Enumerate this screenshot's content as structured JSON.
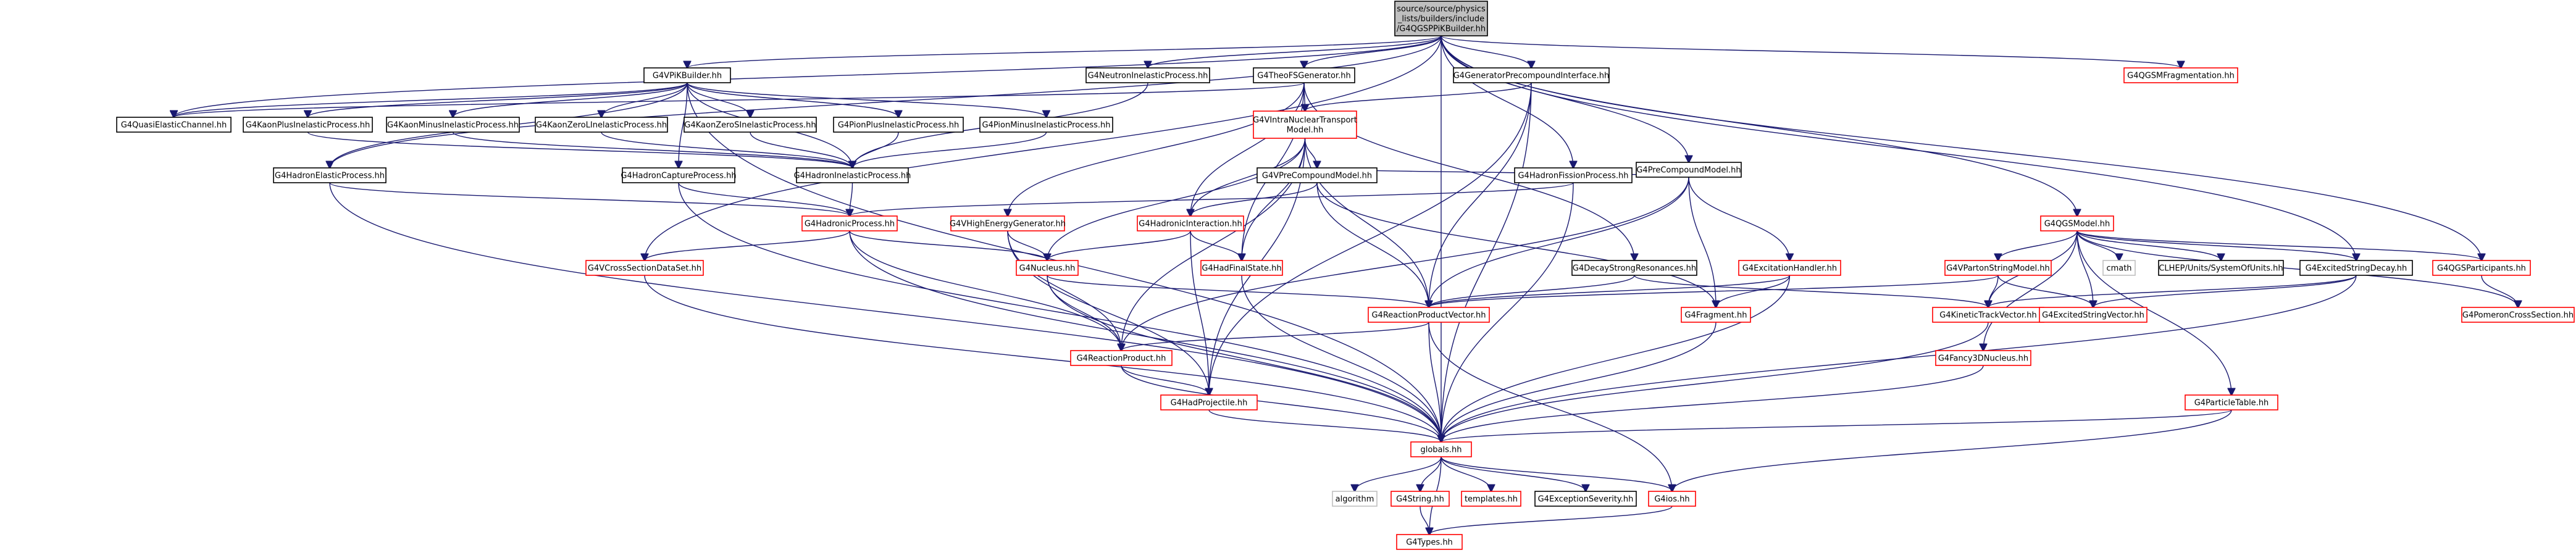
{
  "colors": {
    "edge": "#191970",
    "box_root_fill": "#bfbfbf",
    "box_default_border": "#000000",
    "box_linked_border": "#ff0000",
    "box_plain_border": "#bfbfbf"
  },
  "nodes": {
    "root": {
      "lines": [
        "source/source/physics",
        "_lists/builders/include",
        "/G4QGSPPiKBuilder.hh"
      ],
      "style": "root"
    },
    "g4vpikbuilder": {
      "lines": [
        "G4VPiKBuilder.hh"
      ],
      "style": "black"
    },
    "g4neutroninelastic": {
      "lines": [
        "G4NeutronInelasticProcess.hh"
      ],
      "style": "black"
    },
    "g4theofs": {
      "lines": [
        "G4TheoFSGenerator.hh"
      ],
      "style": "black"
    },
    "g4genprecompound": {
      "lines": [
        "G4GeneratorPrecompoundInterface.hh"
      ],
      "style": "black"
    },
    "g4qgsmfrag": {
      "lines": [
        "G4QGSMFragmentation.hh"
      ],
      "style": "red"
    },
    "g4quasielastic": {
      "lines": [
        "G4QuasiElasticChannel.hh"
      ],
      "style": "black"
    },
    "g4kaonplus": {
      "lines": [
        "G4KaonPlusInelasticProcess.hh"
      ],
      "style": "black"
    },
    "g4kaonminus": {
      "lines": [
        "G4KaonMinusInelasticProcess.hh"
      ],
      "style": "black"
    },
    "g4kaonzerol": {
      "lines": [
        "G4KaonZeroLInelasticProcess.hh"
      ],
      "style": "black"
    },
    "g4kaonzeros": {
      "lines": [
        "G4KaonZeroSInelasticProcess.hh"
      ],
      "style": "black"
    },
    "g4pionplus": {
      "lines": [
        "G4PionPlusInelasticProcess.hh"
      ],
      "style": "black"
    },
    "g4pionminus": {
      "lines": [
        "G4PionMinusInelasticProcess.hh"
      ],
      "style": "black"
    },
    "g4vintranuclear": {
      "lines": [
        "G4VIntraNuclearTransport",
        "Model.hh"
      ],
      "style": "red"
    },
    "g4precompound": {
      "lines": [
        "G4PreCompoundModel.hh"
      ],
      "style": "black"
    },
    "g4hadronelastic": {
      "lines": [
        "G4HadronElasticProcess.hh"
      ],
      "style": "black"
    },
    "g4hadroncapture": {
      "lines": [
        "G4HadronCaptureProcess.hh"
      ],
      "style": "black"
    },
    "g4hadroninelastic": {
      "lines": [
        "G4HadronInelasticProcess.hh"
      ],
      "style": "black"
    },
    "g4vprecompound": {
      "lines": [
        "G4VPreCompoundModel.hh"
      ],
      "style": "black"
    },
    "g4hadronfission": {
      "lines": [
        "G4HadronFissionProcess.hh"
      ],
      "style": "black"
    },
    "g4hadronicprocess": {
      "lines": [
        "G4HadronicProcess.hh"
      ],
      "style": "red"
    },
    "g4vhighenergy": {
      "lines": [
        "G4VHighEnergyGenerator.hh"
      ],
      "style": "red"
    },
    "g4hadronicinteraction": {
      "lines": [
        "G4HadronicInteraction.hh"
      ],
      "style": "red"
    },
    "g4qgsmodel": {
      "lines": [
        "G4QGSModel.hh"
      ],
      "style": "red"
    },
    "g4vcrosssection": {
      "lines": [
        "G4VCrossSectionDataSet.hh"
      ],
      "style": "red"
    },
    "g4nucleus": {
      "lines": [
        "G4Nucleus.hh"
      ],
      "style": "red"
    },
    "g4hadfinalstate": {
      "lines": [
        "G4HadFinalState.hh"
      ],
      "style": "red"
    },
    "g4decaystrong": {
      "lines": [
        "G4DecayStrongResonances.hh"
      ],
      "style": "black"
    },
    "g4excitation": {
      "lines": [
        "G4ExcitationHandler.hh"
      ],
      "style": "red"
    },
    "g4vpartonstring": {
      "lines": [
        "G4VPartonStringModel.hh"
      ],
      "style": "red"
    },
    "cmath": {
      "lines": [
        "cmath"
      ],
      "style": "plain"
    },
    "clhep": {
      "lines": [
        "CLHEP/Units/SystemOfUnits.hh"
      ],
      "style": "black"
    },
    "g4excitedstringdecay": {
      "lines": [
        "G4ExcitedStringDecay.hh"
      ],
      "style": "black"
    },
    "g4qgsparticipants": {
      "lines": [
        "G4QGSParticipants.hh"
      ],
      "style": "red"
    },
    "g4reactionproductvector": {
      "lines": [
        "G4ReactionProductVector.hh"
      ],
      "style": "red"
    },
    "g4fragment": {
      "lines": [
        "G4Fragment.hh"
      ],
      "style": "red"
    },
    "g4kinetictrack": {
      "lines": [
        "G4KineticTrackVector.hh"
      ],
      "style": "red"
    },
    "g4excitedstring": {
      "lines": [
        "G4ExcitedStringVector.hh"
      ],
      "style": "red"
    },
    "g4pomeron": {
      "lines": [
        "G4PomeronCrossSection.hh"
      ],
      "style": "red"
    },
    "g4reactionproduct": {
      "lines": [
        "G4ReactionProduct.hh"
      ],
      "style": "red"
    },
    "g4fancy3d": {
      "lines": [
        "G4Fancy3DNucleus.hh"
      ],
      "style": "red"
    },
    "g4hadprojectile": {
      "lines": [
        "G4HadProjectile.hh"
      ],
      "style": "red"
    },
    "g4particletable": {
      "lines": [
        "G4ParticleTable.hh"
      ],
      "style": "red"
    },
    "globals": {
      "lines": [
        "globals.hh"
      ],
      "style": "red"
    },
    "algorithm": {
      "lines": [
        "algorithm"
      ],
      "style": "plain"
    },
    "g4string": {
      "lines": [
        "G4String.hh"
      ],
      "style": "red"
    },
    "templates": {
      "lines": [
        "templates.hh"
      ],
      "style": "red"
    },
    "g4exceptionseverity": {
      "lines": [
        "G4ExceptionSeverity.hh"
      ],
      "style": "black"
    },
    "g4ios": {
      "lines": [
        "G4ios.hh"
      ],
      "style": "red"
    },
    "g4types": {
      "lines": [
        "G4Types.hh"
      ],
      "style": "red"
    }
  },
  "edges": [
    [
      "root",
      "g4vpikbuilder"
    ],
    [
      "root",
      "g4neutroninelastic"
    ],
    [
      "root",
      "g4theofs"
    ],
    [
      "root",
      "g4genprecompound"
    ],
    [
      "root",
      "g4qgsmfrag"
    ],
    [
      "root",
      "g4quasielastic"
    ],
    [
      "root",
      "g4hadronelastic"
    ],
    [
      "root",
      "g4vcrosssection"
    ],
    [
      "root",
      "g4precompound"
    ],
    [
      "root",
      "g4hadronfission"
    ],
    [
      "root",
      "g4qgsmodel"
    ],
    [
      "root",
      "g4excitedstringdecay"
    ],
    [
      "root",
      "g4qgsparticipants"
    ],
    [
      "root",
      "globals"
    ],
    [
      "g4vpikbuilder",
      "g4quasielastic"
    ],
    [
      "g4vpikbuilder",
      "g4kaonplus"
    ],
    [
      "g4vpikbuilder",
      "g4kaonminus"
    ],
    [
      "g4vpikbuilder",
      "g4kaonzerol"
    ],
    [
      "g4vpikbuilder",
      "g4kaonzeros"
    ],
    [
      "g4vpikbuilder",
      "g4pionplus"
    ],
    [
      "g4vpikbuilder",
      "g4pionminus"
    ],
    [
      "g4vpikbuilder",
      "g4hadronelastic"
    ],
    [
      "g4vpikbuilder",
      "g4hadroncapture"
    ],
    [
      "g4vpikbuilder",
      "g4hadroninelastic"
    ],
    [
      "g4vpikbuilder",
      "globals"
    ],
    [
      "g4neutroninelastic",
      "g4hadroninelastic"
    ],
    [
      "g4theofs",
      "g4vintranuclear"
    ],
    [
      "g4theofs",
      "g4vhighenergy"
    ],
    [
      "g4theofs",
      "g4hadronicinteraction"
    ],
    [
      "g4theofs",
      "g4decaystrong"
    ],
    [
      "g4theofs",
      "g4hadfinalstate"
    ],
    [
      "g4theofs",
      "g4quasielastic"
    ],
    [
      "g4genprecompound",
      "g4vintranuclear"
    ],
    [
      "g4genprecompound",
      "g4reactionproductvector"
    ],
    [
      "g4genprecompound",
      "g4hadprojectile"
    ],
    [
      "g4genprecompound",
      "globals"
    ],
    [
      "g4kaonplus",
      "g4hadroninelastic"
    ],
    [
      "g4kaonminus",
      "g4hadroninelastic"
    ],
    [
      "g4kaonzerol",
      "g4hadroninelastic"
    ],
    [
      "g4kaonzeros",
      "g4hadroninelastic"
    ],
    [
      "g4pionplus",
      "g4hadroninelastic"
    ],
    [
      "g4pionminus",
      "g4hadroninelastic"
    ],
    [
      "g4vintranuclear",
      "g4vprecompound"
    ],
    [
      "g4vintranuclear",
      "g4hadronicinteraction"
    ],
    [
      "g4vintranuclear",
      "g4nucleus"
    ],
    [
      "g4vintranuclear",
      "g4reactionproductvector"
    ],
    [
      "g4vintranuclear",
      "g4hadfinalstate"
    ],
    [
      "g4vintranuclear",
      "g4reactionproduct"
    ],
    [
      "g4vintranuclear",
      "g4hadprojectile"
    ],
    [
      "g4precompound",
      "g4vprecompound"
    ],
    [
      "g4precompound",
      "g4excitation"
    ],
    [
      "g4precompound",
      "g4fragment"
    ],
    [
      "g4precompound",
      "g4reactionproductvector"
    ],
    [
      "g4precompound",
      "g4reactionproduct"
    ],
    [
      "g4hadronelastic",
      "g4hadronicprocess"
    ],
    [
      "g4hadronelastic",
      "globals"
    ],
    [
      "g4hadroncapture",
      "g4hadronicprocess"
    ],
    [
      "g4hadroncapture",
      "globals"
    ],
    [
      "g4hadroninelastic",
      "g4hadronicprocess"
    ],
    [
      "g4vprecompound",
      "g4hadronicinteraction"
    ],
    [
      "g4vprecompound",
      "g4reactionproductvector"
    ],
    [
      "g4vprecompound",
      "g4fragment"
    ],
    [
      "g4hadronfission",
      "g4hadronicprocess"
    ],
    [
      "g4hadronfission",
      "globals"
    ],
    [
      "g4hadronicprocess",
      "g4vcrosssection"
    ],
    [
      "g4hadronicprocess",
      "g4nucleus"
    ],
    [
      "g4hadronicprocess",
      "g4reactionproduct"
    ],
    [
      "g4hadronicprocess",
      "globals"
    ],
    [
      "g4vhighenergy",
      "g4nucleus"
    ],
    [
      "g4vhighenergy",
      "g4reactionproduct"
    ],
    [
      "g4vhighenergy",
      "g4hadprojectile"
    ],
    [
      "g4hadronicinteraction",
      "g4nucleus"
    ],
    [
      "g4hadronicinteraction",
      "g4hadfinalstate"
    ],
    [
      "g4hadronicinteraction",
      "g4hadprojectile"
    ],
    [
      "g4qgsmodel",
      "g4vpartonstring"
    ],
    [
      "g4qgsmodel",
      "cmath"
    ],
    [
      "g4qgsmodel",
      "clhep"
    ],
    [
      "g4qgsmodel",
      "g4excitedstringdecay"
    ],
    [
      "g4qgsmodel",
      "g4qgsparticipants"
    ],
    [
      "g4qgsmodel",
      "g4kinetictrack"
    ],
    [
      "g4qgsmodel",
      "g4excitedstring"
    ],
    [
      "g4qgsmodel",
      "g4fancy3d"
    ],
    [
      "g4qgsmodel",
      "g4particletable"
    ],
    [
      "g4qgsmodel",
      "g4pomeron"
    ],
    [
      "g4vcrosssection",
      "globals"
    ],
    [
      "g4nucleus",
      "g4reactionproductvector"
    ],
    [
      "g4nucleus",
      "g4reactionproduct"
    ],
    [
      "g4nucleus",
      "globals"
    ],
    [
      "g4hadfinalstate",
      "globals"
    ],
    [
      "g4decaystrong",
      "g4reactionproductvector"
    ],
    [
      "g4decaystrong",
      "g4kinetictrack"
    ],
    [
      "g4excitation",
      "g4reactionproductvector"
    ],
    [
      "g4excitation",
      "g4fragment"
    ],
    [
      "g4excitation",
      "globals"
    ],
    [
      "g4vpartonstring",
      "g4kinetictrack"
    ],
    [
      "g4vpartonstring",
      "g4excitedstring"
    ],
    [
      "g4vpartonstring",
      "g4reactionproductvector"
    ],
    [
      "g4excitedstringdecay",
      "g4kinetictrack"
    ],
    [
      "g4excitedstringdecay",
      "g4excitedstring"
    ],
    [
      "g4excitedstringdecay",
      "globals"
    ],
    [
      "g4qgsparticipants",
      "g4pomeron"
    ],
    [
      "g4reactionproductvector",
      "g4reactionproduct"
    ],
    [
      "g4reactionproductvector",
      "globals"
    ],
    [
      "g4reactionproductvector",
      "g4ios"
    ],
    [
      "g4fragment",
      "globals"
    ],
    [
      "g4kinetictrack",
      "globals"
    ],
    [
      "g4reactionproduct",
      "g4hadprojectile"
    ],
    [
      "g4reactionproduct",
      "globals"
    ],
    [
      "g4fancy3d",
      "globals"
    ],
    [
      "g4hadprojectile",
      "globals"
    ],
    [
      "g4particletable",
      "globals"
    ],
    [
      "g4particletable",
      "g4ios"
    ],
    [
      "globals",
      "algorithm"
    ],
    [
      "globals",
      "g4string"
    ],
    [
      "globals",
      "templates"
    ],
    [
      "globals",
      "g4exceptionseverity"
    ],
    [
      "globals",
      "g4ios"
    ],
    [
      "globals",
      "g4types"
    ],
    [
      "g4string",
      "g4types"
    ],
    [
      "g4ios",
      "g4types"
    ]
  ]
}
